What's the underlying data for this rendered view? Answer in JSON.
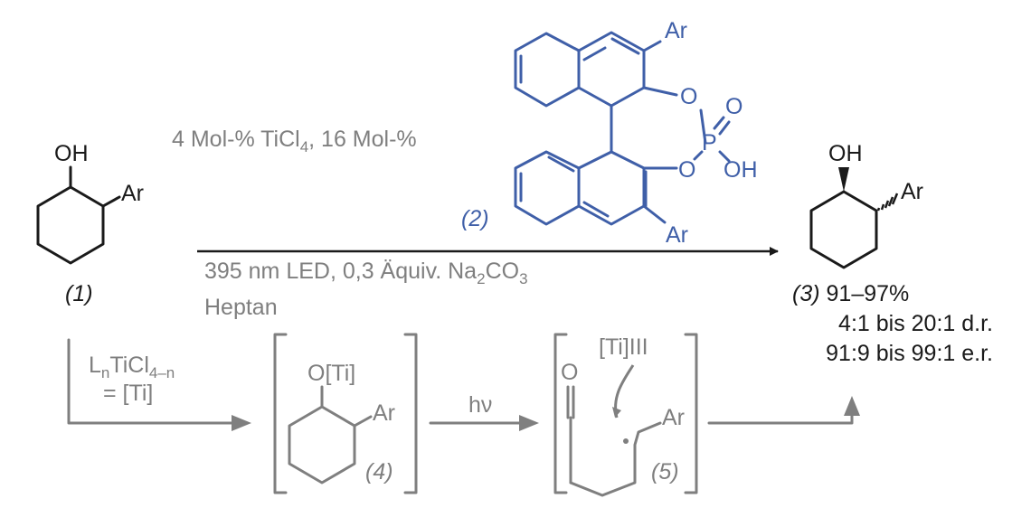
{
  "colors": {
    "reactant": "#1a1a1a",
    "catalyst": "#3f5fa8",
    "mechanism": "#7f7f7f"
  },
  "reactant": {
    "oh": "OH",
    "ar": "Ar",
    "label": "(1)"
  },
  "catalyst": {
    "ar_top": "Ar",
    "ar_bottom": "Ar",
    "o1": "O",
    "o2": "O",
    "o3": "O",
    "p": "P",
    "oh": "OH",
    "label": "(2)"
  },
  "conditions": {
    "above_prefix": "4 Mol-% TiCl",
    "above_sub": "4",
    "above_suffix": ", 16 Mol-%",
    "below_prefix": "395 nm LED, 0,3 Äquiv. Na",
    "below_sub1": "2",
    "below_mid": "CO",
    "below_sub2": "3",
    "solvent": "Heptan"
  },
  "product": {
    "oh": "OH",
    "ar": "Ar",
    "label": "(3)",
    "yield": " 91–97%",
    "dr": "4:1 bis 20:1 d.r.",
    "er": "91:9 bis 99:1 e.r."
  },
  "mechanism": {
    "reagent_L": "L",
    "reagent_n": "n",
    "reagent_mid": "TiCl",
    "reagent_sub": "4–n",
    "reagent_eq": "= [Ti]",
    "int4_oti": "O[Ti]",
    "int4_ar": "Ar",
    "int4_label": "(4)",
    "hv": "hν",
    "int5_o": "O",
    "int5_ti": "[Ti]III",
    "int5_ar": "Ar",
    "int5_label": "(5)"
  }
}
